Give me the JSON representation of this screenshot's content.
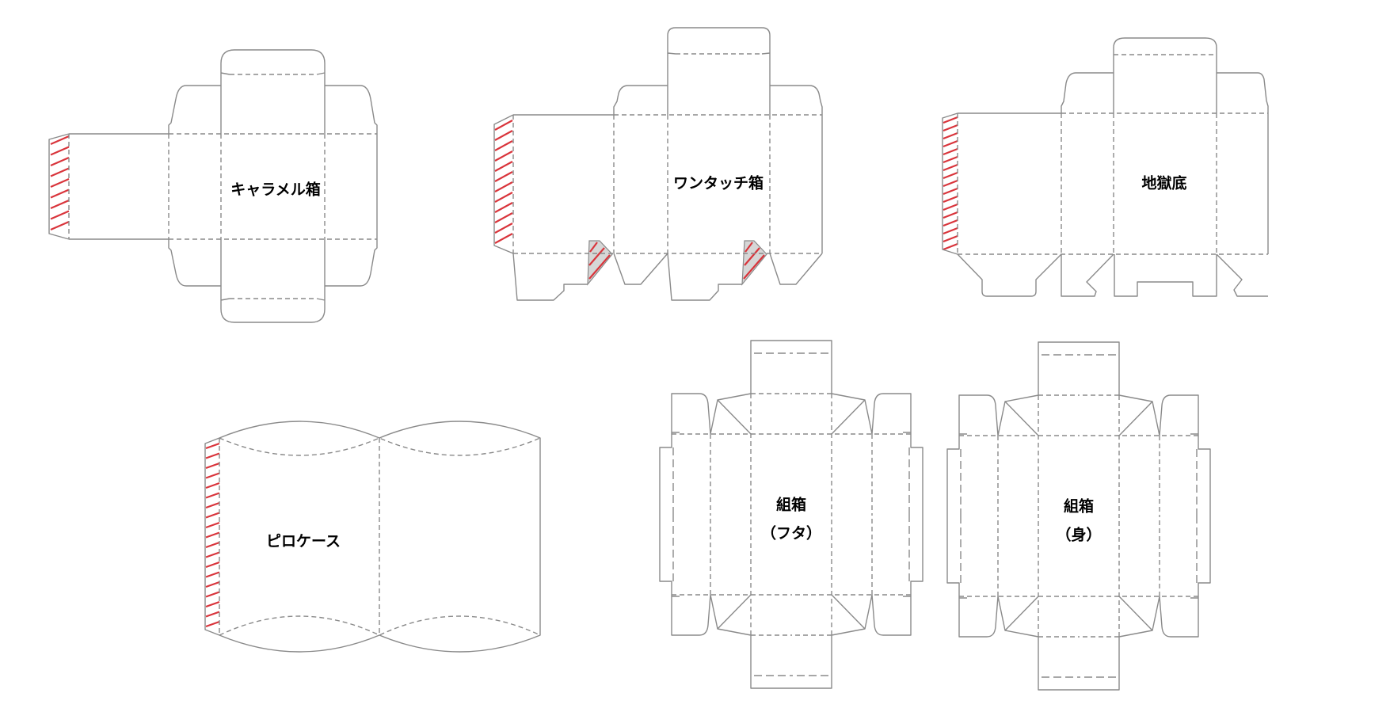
{
  "diagrams": {
    "caramel": {
      "label": "キャラメル箱"
    },
    "one_touch": {
      "label": "ワンタッチ箱"
    },
    "jigoku": {
      "label": "地獄底"
    },
    "pillow": {
      "label": "ピロケース"
    },
    "kumi_lid": {
      "label": "組箱",
      "sublabel": "（フタ）"
    },
    "kumi_body": {
      "label": "組箱",
      "sublabel": "（身）"
    }
  },
  "colors": {
    "cut_line": "#8a8a8a",
    "glue_stripe": "#d9343b",
    "lock_fill": "#d6d6d6"
  }
}
